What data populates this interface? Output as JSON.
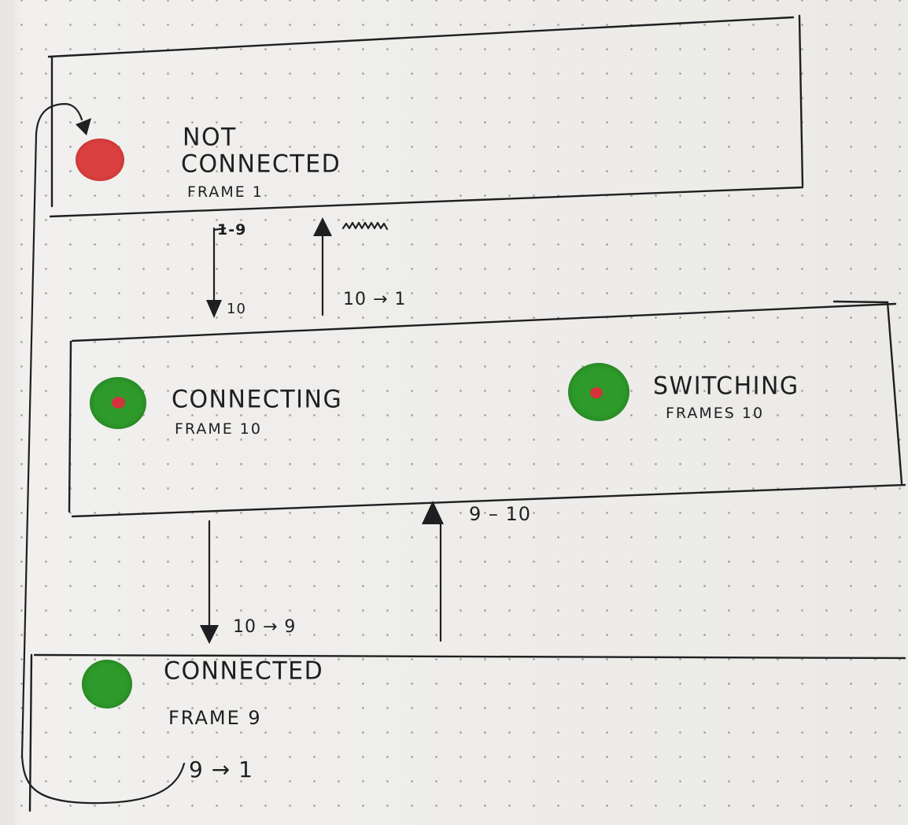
{
  "states": {
    "not_connected": {
      "title_line1": "NOT",
      "title_line2": "CONNECTED",
      "frame": "FRAME 1"
    },
    "connecting": {
      "title": "CONNECTING",
      "frame": "FRAME 10"
    },
    "switching": {
      "title": "SWITCHING",
      "frame": "FRAMES 10"
    },
    "connected": {
      "title": "CONNECTED",
      "frame": "FRAME 9"
    }
  },
  "transitions": {
    "not_connected_to_connecting_top": "1-9",
    "not_connected_to_connecting_bottom": "10",
    "connecting_to_not_connected": "10 → 1",
    "connecting_to_connected": "10 → 9",
    "connected_to_connecting": "9 – 10",
    "connected_to_not_connected": "9 → 1"
  },
  "colors": {
    "ink": "#1f1f22",
    "red_status": "#d9403f",
    "green_status": "#2f9a2c",
    "red_center": "#d3333a"
  },
  "icons": {
    "not_connected_status": "red-dot-icon",
    "connecting_status": "green-dot-with-red-center-icon",
    "switching_status": "green-dot-with-red-center-icon",
    "connected_status": "green-dot-icon"
  }
}
